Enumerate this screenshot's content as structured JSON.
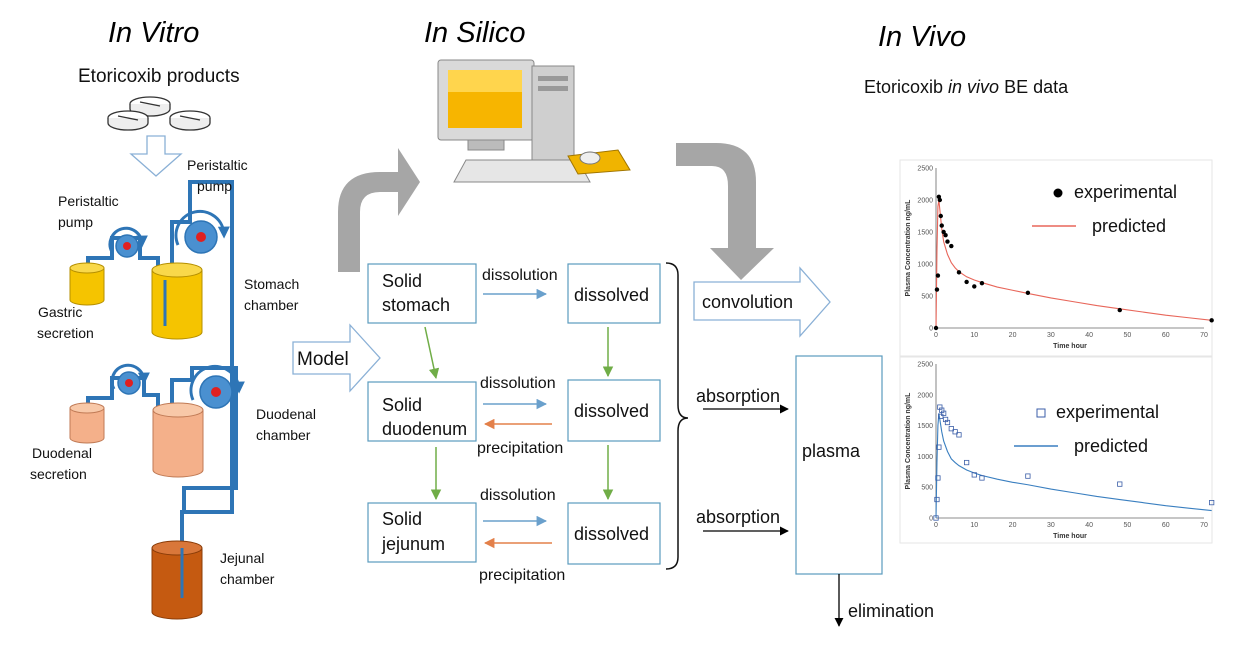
{
  "titles": {
    "in_vitro": "In Vitro",
    "in_silico": "In Silico",
    "in_vivo": "In Vivo"
  },
  "in_vitro": {
    "products": "Etoricoxib products",
    "peristaltic_pump_left": [
      "Peristaltic",
      "pump"
    ],
    "peristaltic_pump_right": [
      "Peristaltic",
      "pump"
    ],
    "gastric_secretion": [
      "Gastric",
      "secretion"
    ],
    "stomach_chamber": [
      "Stomach",
      "chamber"
    ],
    "duodenal_secretion": [
      "Duodenal",
      "secretion"
    ],
    "duodenal_chamber": [
      "Duodenal",
      "chamber"
    ],
    "jejunal_chamber": [
      "Jejunal",
      "chamber"
    ]
  },
  "in_silico": {
    "model": "Model",
    "rows": [
      {
        "solid": [
          "Solid",
          "stomach"
        ],
        "dissolved": "dissolved",
        "top": "dissolution",
        "bottom": ""
      },
      {
        "solid": [
          "Solid",
          "duodenum"
        ],
        "dissolved": "dissolved",
        "top": "dissolution",
        "bottom": "precipitation"
      },
      {
        "solid": [
          "Solid",
          "jejunum"
        ],
        "dissolved": "dissolved",
        "top": "dissolution",
        "bottom": "precipitation"
      }
    ],
    "convolution": "convolution",
    "absorption_top": "absorption",
    "absorption_bottom": "absorption",
    "plasma": "plasma",
    "elimination": "elimination"
  },
  "in_vivo": {
    "caption_pre": "Etoricoxib ",
    "caption_em": "in vivo",
    "caption_post": " BE data"
  },
  "chart_data": [
    {
      "type": "scatter",
      "ylabel": "Plasma Concentration  ng/mL",
      "xlabel": "Time hour",
      "xlim": [
        0,
        70
      ],
      "xticks": [
        0,
        10,
        20,
        30,
        40,
        50,
        60,
        70
      ],
      "ylim": [
        0,
        2500
      ],
      "yticks": [
        0,
        500,
        1000,
        1500,
        2000,
        2500
      ],
      "series": [
        {
          "name": "experimental",
          "kind": "points",
          "marker": "filled-circle",
          "color": "#000000",
          "x": [
            0,
            0.25,
            0.5,
            0.75,
            1,
            1.25,
            1.5,
            2,
            2.5,
            3,
            4,
            6,
            8,
            10,
            12,
            24,
            48,
            72
          ],
          "y": [
            0,
            600,
            820,
            2050,
            2000,
            1750,
            1600,
            1500,
            1450,
            1350,
            1280,
            870,
            720,
            650,
            700,
            550,
            280,
            120
          ]
        },
        {
          "name": "predicted",
          "kind": "line",
          "color": "#e8665a",
          "x": [
            0,
            0.25,
            0.5,
            0.75,
            1,
            1.5,
            2,
            3,
            4,
            5,
            6,
            8,
            10,
            12,
            16,
            20,
            24,
            30,
            36,
            42,
            48,
            54,
            60,
            66,
            72
          ],
          "y": [
            0,
            1200,
            1900,
            2000,
            1850,
            1550,
            1350,
            1150,
            1020,
            940,
            880,
            800,
            750,
            710,
            640,
            590,
            540,
            470,
            410,
            350,
            300,
            250,
            200,
            160,
            120
          ]
        }
      ]
    },
    {
      "type": "scatter",
      "ylabel": "Plasma Concentration  ng/mL",
      "xlabel": "Time hour",
      "xlim": [
        0,
        70
      ],
      "xticks": [
        0,
        10,
        20,
        30,
        40,
        50,
        60,
        70
      ],
      "ylim": [
        0,
        2500
      ],
      "yticks": [
        0,
        500,
        1000,
        1500,
        2000,
        2500
      ],
      "series": [
        {
          "name": "experimental",
          "kind": "points",
          "marker": "open-square",
          "color": "#3b5ea8",
          "x": [
            0,
            0.25,
            0.5,
            0.75,
            1,
            1.25,
            1.5,
            2,
            2.5,
            3,
            4,
            5,
            6,
            8,
            10,
            12,
            24,
            48,
            72
          ],
          "y": [
            0,
            300,
            650,
            1150,
            1800,
            1650,
            1750,
            1700,
            1600,
            1550,
            1450,
            1400,
            1350,
            900,
            700,
            650,
            680,
            550,
            250
          ]
        },
        {
          "name": "predicted",
          "kind": "line",
          "color": "#3a7fc0",
          "x": [
            0,
            0.25,
            0.5,
            0.75,
            1,
            1.5,
            2,
            3,
            4,
            5,
            6,
            8,
            10,
            12,
            16,
            20,
            24,
            30,
            36,
            42,
            48,
            54,
            60,
            66,
            72
          ],
          "y": [
            0,
            900,
            1500,
            1700,
            1600,
            1400,
            1250,
            1080,
            960,
            900,
            850,
            780,
            730,
            690,
            630,
            580,
            540,
            470,
            410,
            350,
            300,
            250,
            200,
            160,
            120
          ]
        }
      ]
    }
  ],
  "colors": {
    "tube": "#2e75b6",
    "pump_fill": "#4a90d0",
    "pump_dot": "#e02020",
    "gastric_fill": "#f5c400",
    "duodenal_fill": "#f4b08a",
    "jejunal_fill": "#c55a11",
    "box_border": "#5b9bbd",
    "dissolution_arrow": "#6aa0cc",
    "precipitation_arrow": "#e3804a",
    "vertical_arrow": "#70ad47",
    "big_arrow": "#a6a6a6"
  },
  "icons": [
    "tablets-icon",
    "computer-icon",
    "curved-arrow-icon"
  ]
}
